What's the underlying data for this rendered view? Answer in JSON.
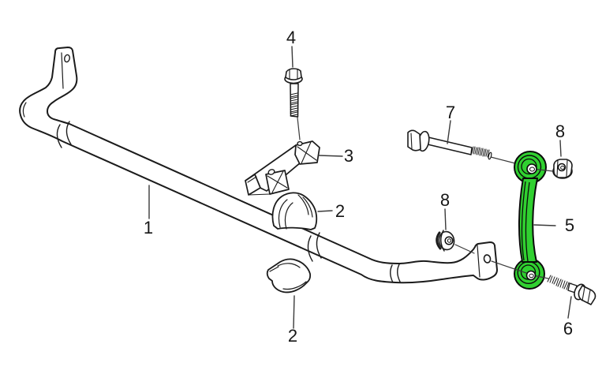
{
  "diagram": {
    "type": "exploded-parts-diagram",
    "background_color": "#ffffff",
    "line_color": "#1b1b1b",
    "leader_color": "#3a3a3a",
    "highlight_color": "#30d030",
    "highlighted_callout": "5",
    "callouts": [
      {
        "label": "1"
      },
      {
        "label": "2"
      },
      {
        "label": "2"
      },
      {
        "label": "3"
      },
      {
        "label": "4"
      },
      {
        "label": "5"
      },
      {
        "label": "6"
      },
      {
        "label": "7"
      },
      {
        "label": "8"
      },
      {
        "label": "8"
      }
    ]
  }
}
